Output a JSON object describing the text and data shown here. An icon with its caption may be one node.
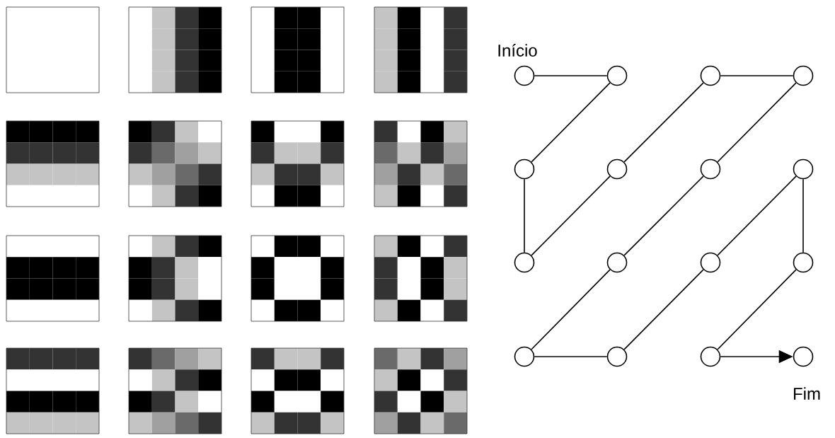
{
  "diagram": {
    "nodes": [
      {
        "text": [],
        "shape": "circle",
        "beside": [
          "Início"
        ]
      },
      {
        "text": [],
        "shape": "circle"
      },
      {
        "text": [],
        "shape": "circle"
      },
      {
        "text": [],
        "shape": "circle"
      },
      {
        "text": [],
        "shape": "circle"
      },
      {
        "text": [],
        "shape": "circle"
      },
      {
        "text": [],
        "shape": "circle"
      },
      {
        "text": [],
        "shape": "circle"
      },
      {
        "text": [],
        "shape": "circle"
      },
      {
        "text": [],
        "shape": "circle"
      },
      {
        "text": [],
        "shape": "circle"
      },
      {
        "text": [],
        "shape": "circle"
      },
      {
        "text": [],
        "shape": "circle"
      },
      {
        "text": [],
        "shape": "circle"
      },
      {
        "text": [],
        "shape": "circle"
      },
      {
        "text": [],
        "shape": "circle",
        "beside": [
          "Fim"
        ]
      }
    ],
    "edges": [
      {
        "from": 0,
        "to": 1,
        "arrow": "none"
      },
      {
        "from": 1,
        "to": 4,
        "arrow": "none"
      },
      {
        "from": 4,
        "to": 8,
        "arrow": "none"
      },
      {
        "from": 8,
        "to": 5,
        "arrow": "none"
      },
      {
        "from": 5,
        "to": 2,
        "arrow": "none"
      },
      {
        "from": 2,
        "to": 3,
        "arrow": "none"
      },
      {
        "from": 3,
        "to": 6,
        "arrow": "none"
      },
      {
        "from": 6,
        "to": 9,
        "arrow": "none"
      },
      {
        "from": 9,
        "to": 12,
        "arrow": "none"
      },
      {
        "from": 12,
        "to": 13,
        "arrow": "none"
      },
      {
        "from": 13,
        "to": 10,
        "arrow": "none"
      },
      {
        "from": 10,
        "to": 7,
        "arrow": "none"
      },
      {
        "from": 7,
        "to": 11,
        "arrow": "none"
      },
      {
        "from": 11,
        "to": 14,
        "arrow": "none"
      },
      {
        "from": 14,
        "to": 15,
        "arrow": "to"
      }
    ]
  }
}
